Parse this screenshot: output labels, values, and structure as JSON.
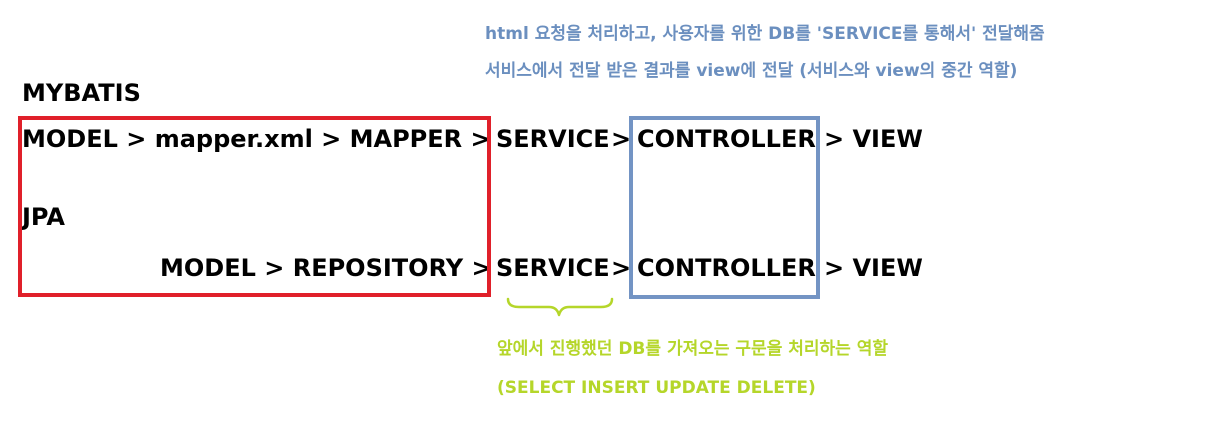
{
  "notes": {
    "controller_line1": "html 요청을 처리하고, 사용자를 위한 DB를 'SERVICE를 통해서' 전달해줌",
    "controller_line2": "서비스에서 전달 받은 결과를 view에 전달 (서비스와 view의 중간 역할)",
    "service_line1": "앞에서 진행했던 DB를 가져오는 구문을 처리하는 역할",
    "service_line2": "(SELECT INSERT UPDATE DELETE)"
  },
  "mybatis": {
    "title": "MYBATIS",
    "model_chain": "MODEL > mapper.xml > MAPPER >",
    "service": "SERVICE",
    "sep1": ">",
    "controller": "CONTROLLER",
    "view_part": "> VIEW"
  },
  "jpa": {
    "title": "JPA",
    "model_chain": "MODEL > REPOSITORY >",
    "service": "SERVICE",
    "sep1": ">",
    "controller": "CONTROLLER",
    "view_part": "> VIEW"
  },
  "colors": {
    "red_box": "#e0202a",
    "blue_box": "#7394c4",
    "blue_text": "#6b8fbf",
    "green_text": "#b5d62a"
  }
}
